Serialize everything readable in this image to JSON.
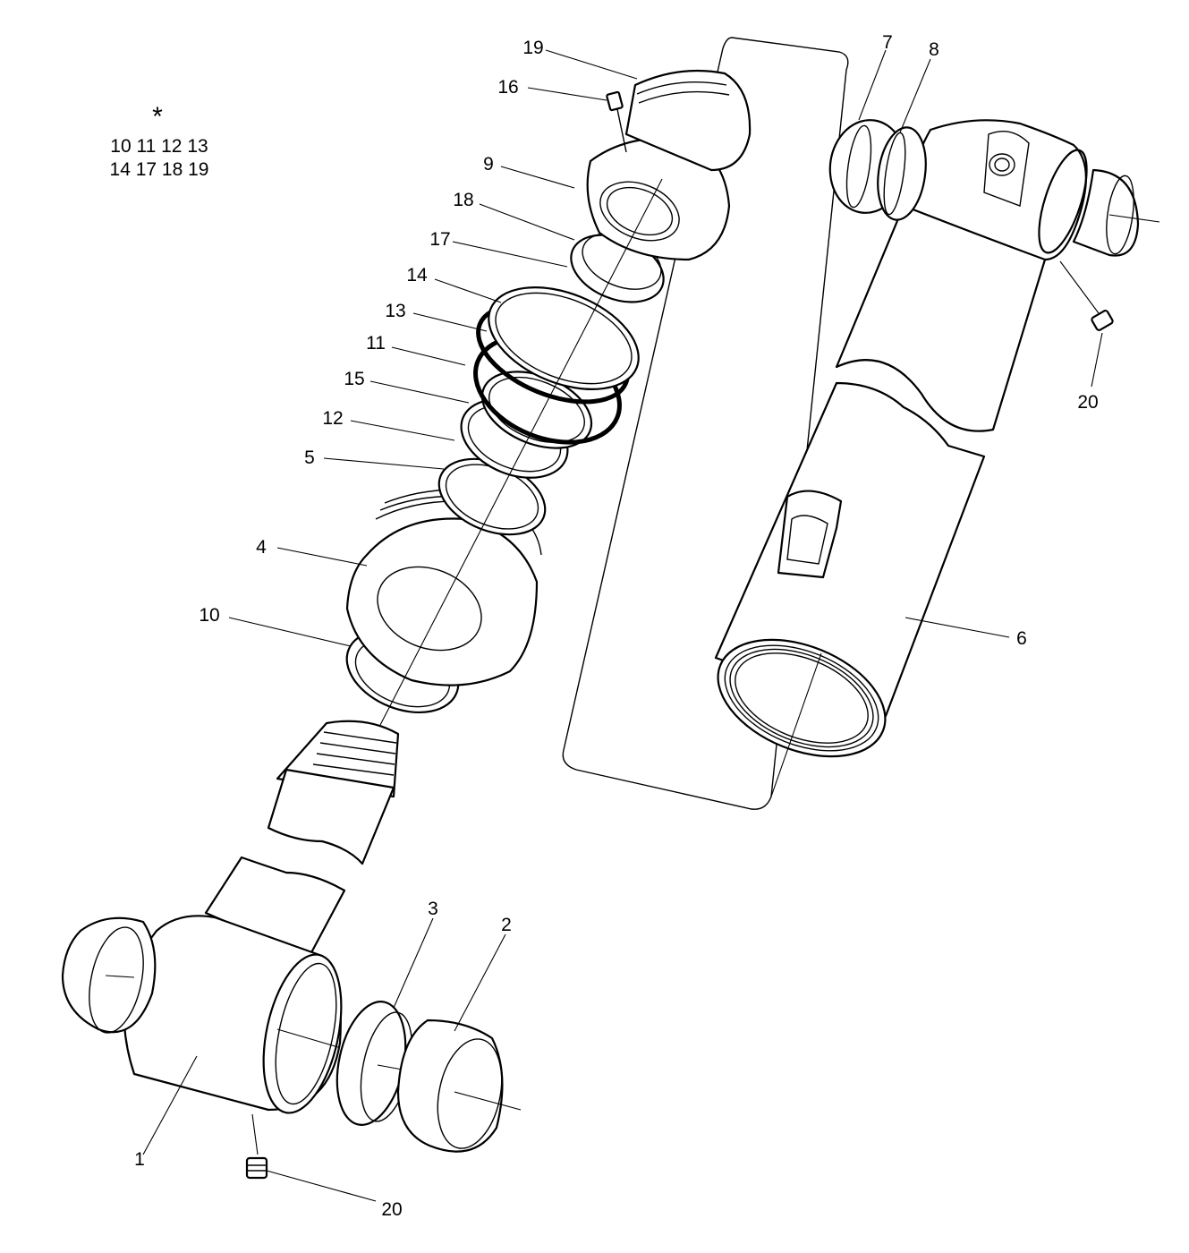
{
  "kit_note": {
    "symbol": "*",
    "row1": "10 11 12 13",
    "row2": "14 17 18 19"
  },
  "callouts": {
    "c1": "1",
    "c2": "2",
    "c3": "3",
    "c4": "4",
    "c5": "5",
    "c6": "6",
    "c7": "7",
    "c8": "8",
    "c9": "9",
    "c10": "10",
    "c11": "11",
    "c12": "12",
    "c13": "13",
    "c14": "14",
    "c15": "15",
    "c16": "16",
    "c17": "17",
    "c18": "18",
    "c19": "19",
    "c20a": "20",
    "c20b": "20"
  }
}
